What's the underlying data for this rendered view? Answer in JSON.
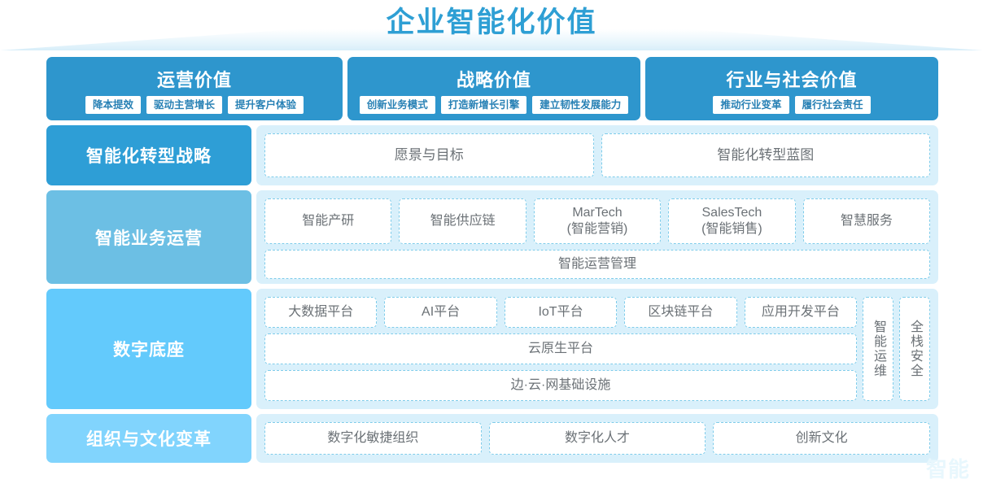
{
  "title": "企业智能化价值",
  "colors": {
    "title_blue": "#2e9fd4",
    "value_panel": "#2e96cd",
    "layer_strategy": "#2e9ed6",
    "layer_business": "#6cbfe4",
    "layer_foundation": "#63cafc",
    "layer_culture": "#81d4fd",
    "body_bg": "#d9f0fb",
    "dash_border": "#7fccea",
    "cell_text": "#6b7176"
  },
  "value_bar": [
    {
      "title": "运营价值",
      "tags": [
        "降本提效",
        "驱动主营增长",
        "提升客户体验"
      ]
    },
    {
      "title": "战略价值",
      "tags": [
        "创新业务模式",
        "打造新增长引擎",
        "建立韧性发展能力"
      ]
    },
    {
      "title": "行业与社会价值",
      "tags": [
        "推动行业变革",
        "履行社会责任"
      ]
    }
  ],
  "layers": {
    "strategy": {
      "label": "智能化转型战略",
      "cells": [
        "愿景与目标",
        "智能化转型蓝图"
      ]
    },
    "business": {
      "label": "智能业务运营",
      "top_cells": [
        "智能产研",
        "智能供应链",
        "MarTech\n(智能营销)",
        "SalesTech\n(智能销售)",
        "智慧服务"
      ],
      "bottom_cells": [
        "智能运营管理"
      ]
    },
    "foundation": {
      "label": "数字底座",
      "platform_cells": [
        "大数据平台",
        "AI平台",
        "IoT平台",
        "区块链平台",
        "应用开发平台"
      ],
      "cloud_cell": "云原生平台",
      "infra_cell": "边·云·网基础设施",
      "side_cells": [
        "智能运维",
        "全栈安全"
      ]
    },
    "culture": {
      "label": "组织与文化变革",
      "cells": [
        "数字化敏捷组织",
        "数字化人才",
        "创新文化"
      ]
    }
  },
  "watermark": "智能"
}
